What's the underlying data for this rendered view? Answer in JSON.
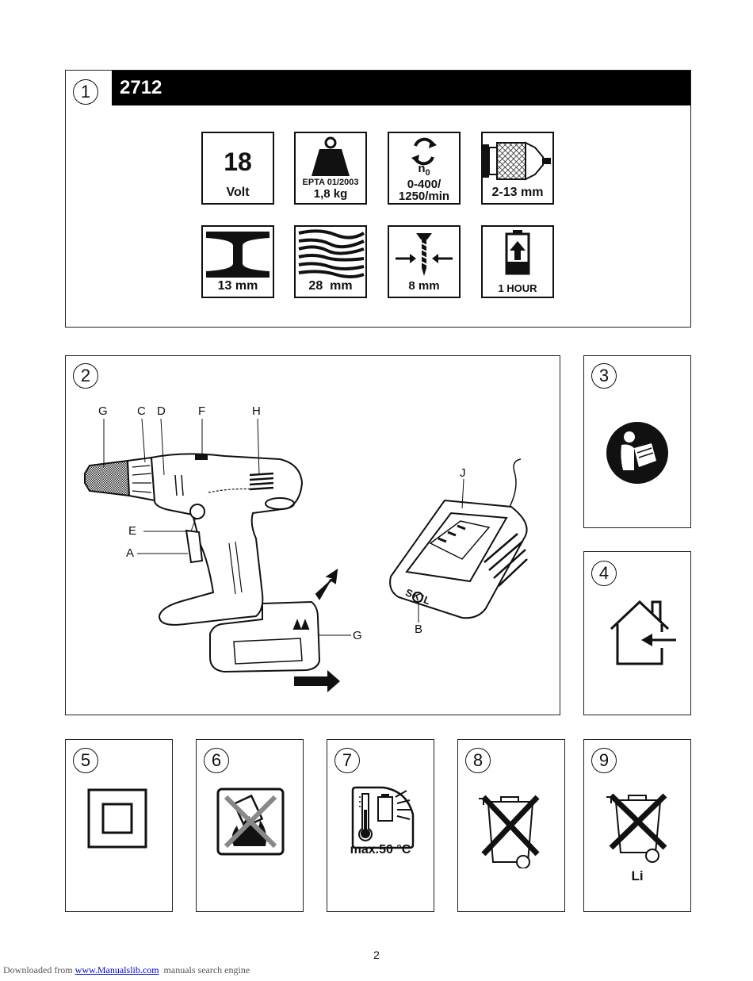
{
  "figure1": {
    "number": "1",
    "model": "2712",
    "specs": {
      "voltage_value": "18",
      "voltage_unit": "Volt",
      "weight_standard": "EPTA 01/2003",
      "weight_value": "1,8 kg",
      "speed_symbol": "n",
      "speed_subscript": "0",
      "speed_line1": "0-400/",
      "speed_line2": "1250/min",
      "chuck": "2-13 mm",
      "steel": "13 mm",
      "wood": "28  mm",
      "screw": "8 mm",
      "charge_time": "1 HOUR"
    }
  },
  "figure2": {
    "number": "2",
    "parts": {
      "g_top": "G",
      "c": "C",
      "d": "D",
      "f": "F",
      "h": "H",
      "e": "E",
      "a": "A",
      "g_battery": "G",
      "j": "J",
      "b": "B"
    },
    "brand": "SKIL"
  },
  "figure3": {
    "number": "3"
  },
  "figure4": {
    "number": "4"
  },
  "figure5": {
    "number": "5"
  },
  "figure6": {
    "number": "6"
  },
  "figure7": {
    "number": "7",
    "label": "max.50 °C"
  },
  "figure8": {
    "number": "8"
  },
  "figure9": {
    "number": "9",
    "label": "Li"
  },
  "page": {
    "number": "2"
  },
  "footer": {
    "prefix": "Downloaded from ",
    "link": "www.Manualslib.com",
    "suffix": "  manuals search engine"
  }
}
